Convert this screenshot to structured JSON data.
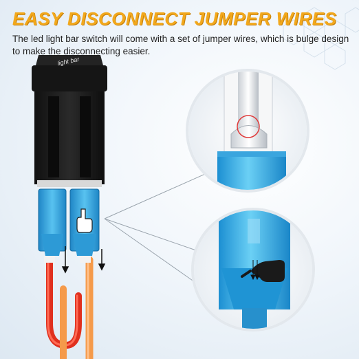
{
  "header": {
    "title": "EASY DISCONNECT JUMPER WIRES",
    "subtitle": "The led light bar switch will come with a set of jumper wires, which is bulge design to make the disconnecting easier."
  },
  "switch": {
    "brand_mark": "light bar"
  },
  "colors": {
    "title": "#f2a81c",
    "connector_blue": "#3aa8e0",
    "wire_red": "#e0301e",
    "wire_orange": "#f59a4a",
    "switch_body": "#1b1b1b"
  },
  "icons": [
    "hand-press-icon",
    "down-arrow-icon",
    "magnifier-circle-icon"
  ]
}
